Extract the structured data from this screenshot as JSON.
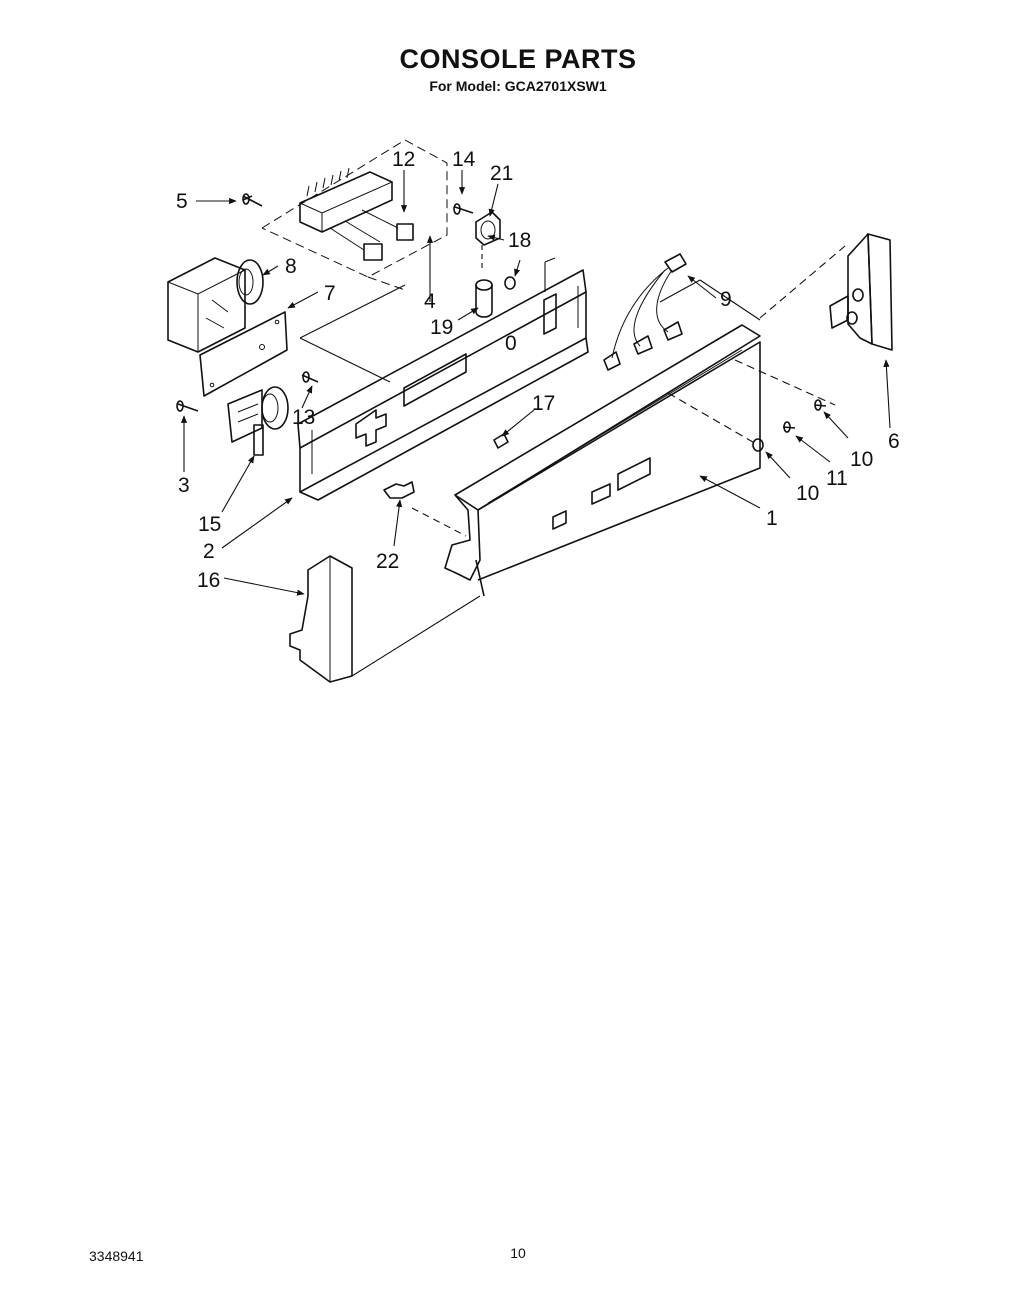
{
  "page": {
    "title": "CONSOLE PARTS",
    "subtitle": "For Model: GCA2701XSW1",
    "doc_number": "3348941",
    "page_number": "10"
  },
  "callouts": [
    "1",
    "2",
    "3",
    "4",
    "5",
    "6",
    "7",
    "8",
    "9",
    "10",
    "10",
    "11",
    "12",
    "13",
    "14",
    "15",
    "16",
    "17",
    "18",
    "19",
    "21",
    "22"
  ]
}
